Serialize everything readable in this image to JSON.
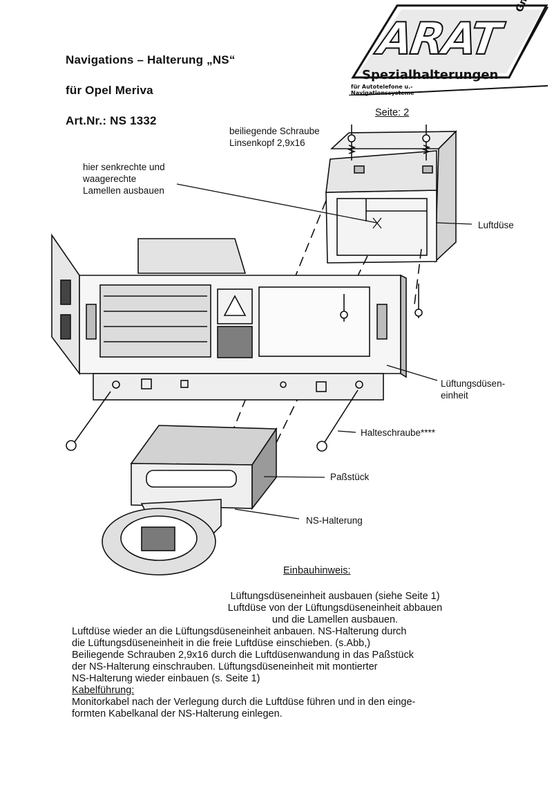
{
  "header": {
    "title": "Navigations – Halterung „NS“",
    "vehicle": "für Opel Meriva",
    "article": "Art.Nr.:  NS  1332"
  },
  "logo": {
    "brand": "ARAT",
    "gmbh": "GmbH",
    "tagline": "Spezialhalterungen",
    "subline": "für Autotelefone u.-Navigationssysteme"
  },
  "page_label": "Seite: 2",
  "labels": {
    "screw_1": "beiliegende Schraube",
    "screw_2": "Linsenkopf 2,9x16",
    "remove_1": "hier senkrechte und",
    "remove_2": "waagerechte",
    "remove_3": "Lamellen ausbauen",
    "luftduese": "Luftdüse",
    "unit_1": "Lüftungsdüsen-",
    "unit_2": "einheit",
    "halteschraube": "Halteschraube****",
    "passstueck": "Paßstück",
    "ns_halterung": "NS-Halterung"
  },
  "instructions": {
    "heading": "Einbauhinweis:",
    "lines_centered": [
      "Lüftungsdüseneinheit ausbauen (siehe Seite 1)",
      "Luftdüse von der Lüftungsdüseneinheit abbauen",
      "und die Lamellen ausbauen."
    ],
    "lines": [
      "Luftdüse wieder an die Lüftungsdüseneinheit anbauen. NS-Halterung durch",
      "die Lüftungsdüseneinheit in die freie Luftdüse einschieben. (s.Abb,)",
      "Beiliegende Schrauben 2,9x16 durch die Luftdüsenwandung in das Paßstück",
      "der NS-Halterung einschrauben. Lüftungsdüseneinheit mit montierter",
      "NS-Halterung wieder einbauen (s. Seite 1)"
    ],
    "cable_heading": "Kabelführung:",
    "cable_lines": [
      "Monitorkabel nach der Verlegung durch die Luftdüse führen und in den einge-",
      "formten Kabelkanal der NS-Halterung einlegen."
    ]
  }
}
